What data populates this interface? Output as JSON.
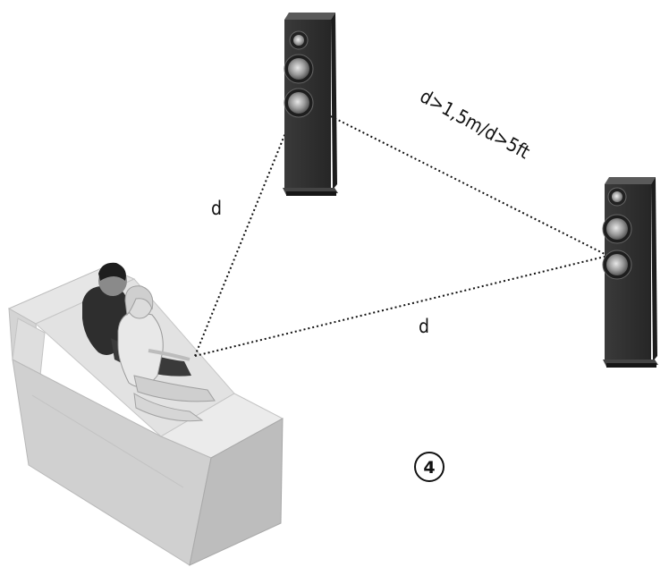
{
  "diagram": {
    "distance_label_left": "d",
    "distance_label_bottom": "d",
    "distance_label_speakers": "d>1,5m/d>5ft",
    "step_number": "4"
  }
}
